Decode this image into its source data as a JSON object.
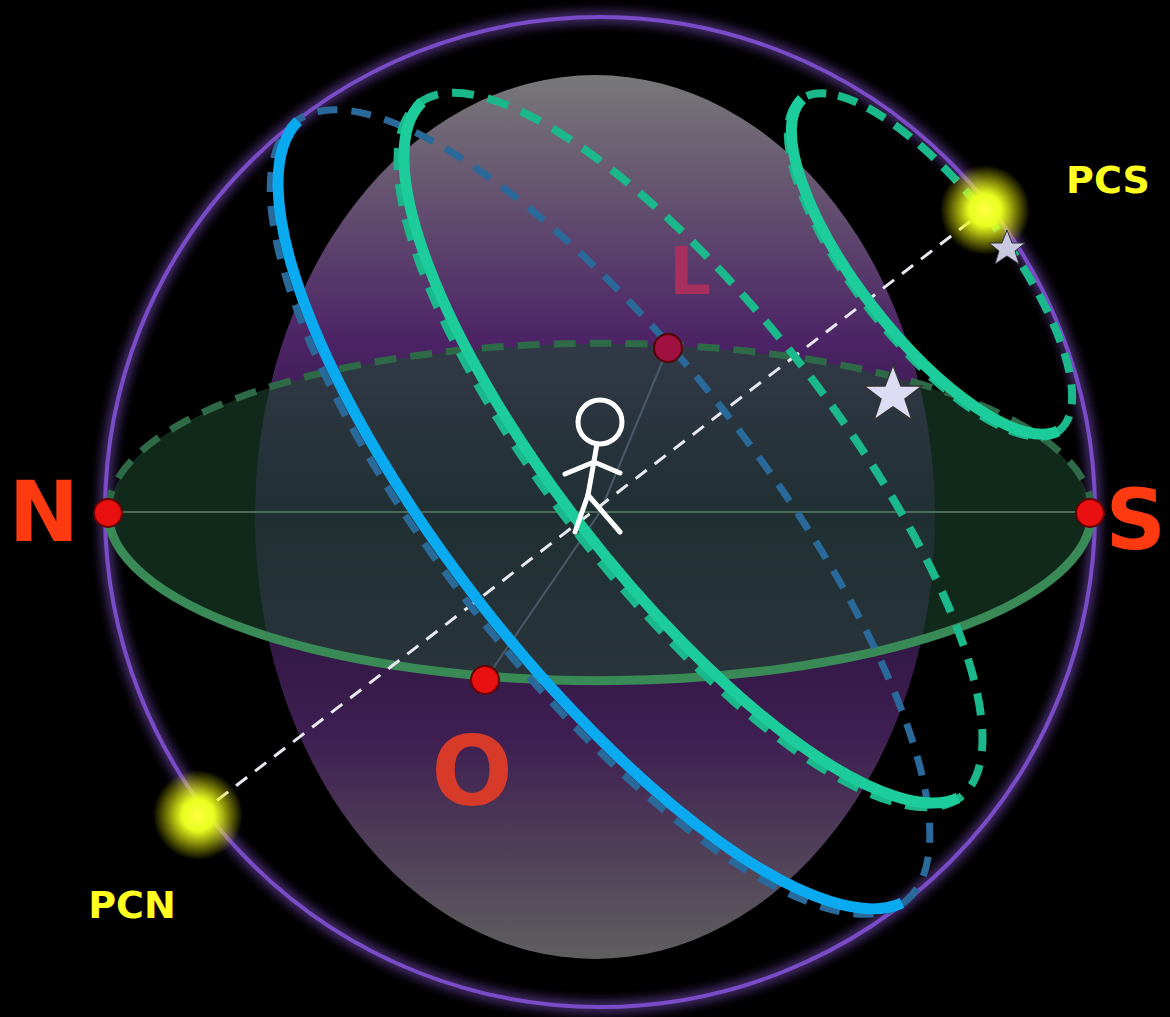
{
  "diagram": {
    "labels": [
      "PCS",
      "L",
      "N",
      "S",
      "O",
      "PCN"
    ]
  }
}
